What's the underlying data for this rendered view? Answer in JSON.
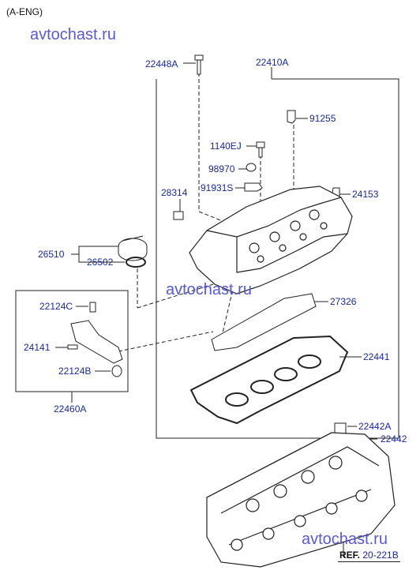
{
  "variant": "(A-ENG)",
  "watermark": "avtochast.ru",
  "parts": {
    "p22448A": "22448A",
    "p22410A": "22410A",
    "p91255": "91255",
    "p1140EJ": "1140EJ",
    "p98970": "98970",
    "p91931S": "91931S",
    "p28314": "28314",
    "p24153": "24153",
    "p26510": "26510",
    "p26502": "26502",
    "p22124C": "22124C",
    "p27326": "27326",
    "p24141": "24141",
    "p22441": "22441",
    "p22124B": "22124B",
    "p22460A": "22460A",
    "p22442A": "22442A",
    "p22442": "22442"
  },
  "ref": {
    "prefix": "REF.",
    "number": "20-221B"
  },
  "colors": {
    "label": "#1a2a9c",
    "watermark": "#5a5ad6",
    "line": "#222222"
  }
}
